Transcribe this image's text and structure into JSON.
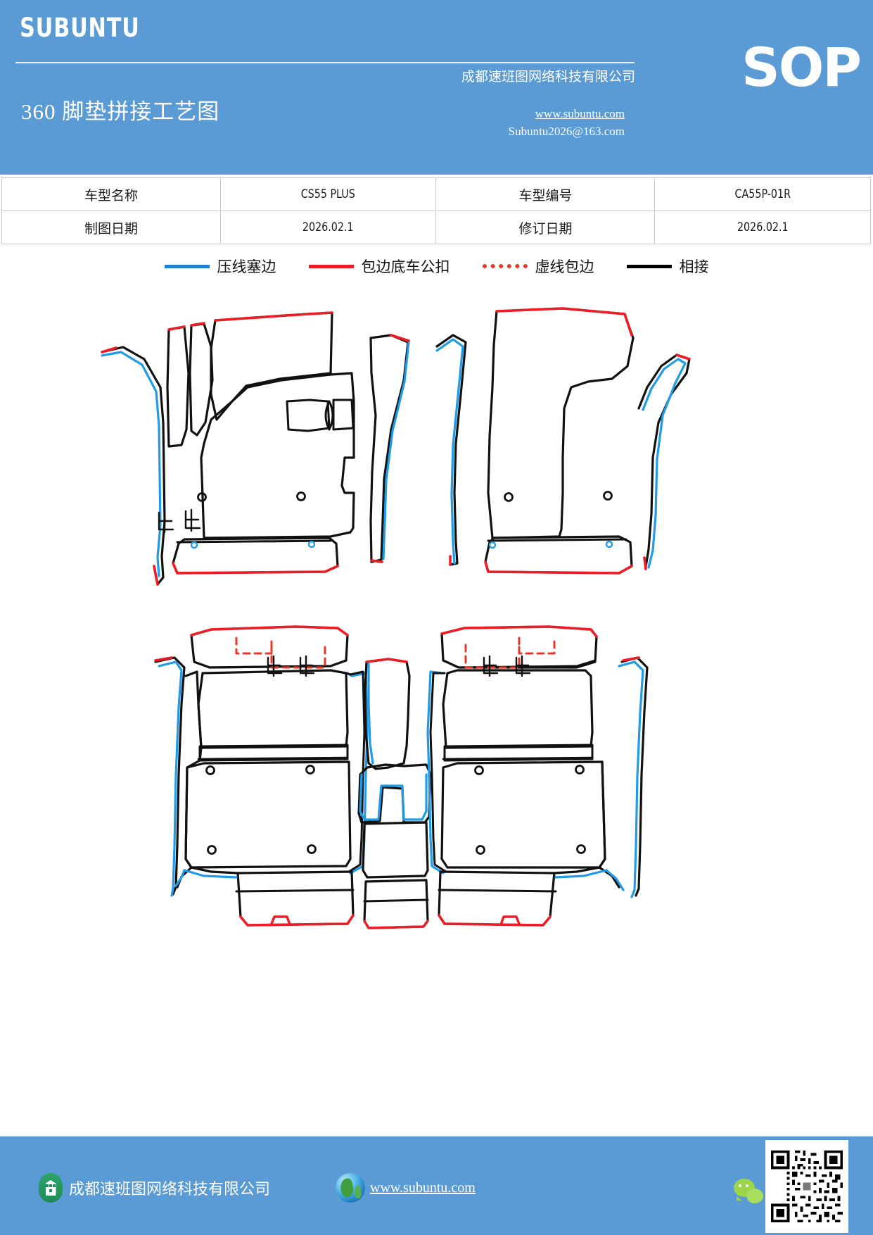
{
  "header": {
    "brand": "SUBUNTU",
    "doc_title": "360 脚垫拼接工艺图",
    "company_cn": "成都速班图网络科技有限公司",
    "website": "www.subuntu.com",
    "email": "Subuntu2026@163.com",
    "sop_label": "SOP",
    "accent_color": "#5B9BD5"
  },
  "info_table": {
    "rows": [
      {
        "label1": "车型名称",
        "value1": "CS55 PLUS",
        "label2": "车型编号",
        "value2": "CA55P-01R"
      },
      {
        "label1": "制图日期",
        "value1": "2026.02.1",
        "label2": "修订日期",
        "value2": "2026.02.1"
      }
    ]
  },
  "legend": {
    "items": [
      {
        "label": "压线塞边",
        "color": "#1F82D1",
        "style": "solid"
      },
      {
        "label": "包边底车公扣",
        "color": "#EE1C25",
        "style": "solid"
      },
      {
        "label": "虚线包边",
        "color": "#E8372B",
        "style": "dashed"
      },
      {
        "label": "相接",
        "color": "#000000",
        "style": "solid"
      }
    ]
  },
  "drawing": {
    "stroke_black": "#111111",
    "stroke_blue": "#1F9BE8",
    "stroke_red": "#EE1C25",
    "pieces": [
      {
        "name": "front-left-mat",
        "position": "upper-left"
      },
      {
        "name": "front-left-sill-strip",
        "position": "upper-left-outer"
      },
      {
        "name": "front-center-tunnel-strip",
        "position": "upper-center"
      },
      {
        "name": "front-right-mat",
        "position": "upper-right"
      },
      {
        "name": "front-right-sill-strip",
        "position": "upper-right-outer"
      },
      {
        "name": "rear-left-mat",
        "position": "lower-left"
      },
      {
        "name": "rear-center-tunnel-mat",
        "position": "lower-center"
      },
      {
        "name": "rear-right-mat",
        "position": "lower-right"
      }
    ]
  },
  "footer": {
    "company": "成都速班图网络科技有限公司",
    "website": "www.subuntu.com",
    "building_icon": "building-icon",
    "globe_icon": "globe-icon",
    "wechat_icon": "wechat-icon",
    "qr_icon": "qr-code"
  }
}
